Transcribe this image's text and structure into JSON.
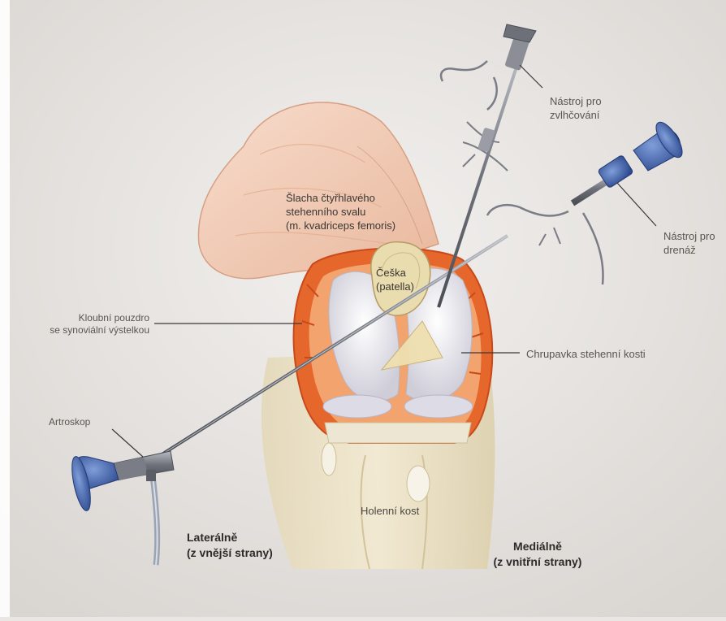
{
  "labels": {
    "instrument_irrigation": {
      "line1": "Nástroj pro",
      "line2": "zvlhčování"
    },
    "instrument_drainage": {
      "line1": "Nástroj pro",
      "line2": "drenáž"
    },
    "quadriceps_tendon": {
      "line1": "Šlacha čtyřhlavého",
      "line2": "stehenního svalu",
      "line3": "(m. kvadriceps femoris)"
    },
    "patella": {
      "line1": "Češka",
      "line2": "(patella)"
    },
    "joint_capsule": {
      "line1": "Kloubní pouzdro",
      "line2": "se synoviální výstelkou"
    },
    "femoral_cartilage": "Chrupavka stehenní kosti",
    "arthroscope": "Artroskop",
    "tibia": "Holenní kost",
    "lateral": {
      "line1": "Laterálně",
      "line2": "(z vnější strany)"
    },
    "medial": {
      "line1": "Mediálně",
      "line2": "(z vnitřní strany)"
    }
  },
  "colors": {
    "background": "#e9e6e3",
    "skin": "#f0cdb7",
    "synovium": "#e5672c",
    "cartilage": "#f2f0f4",
    "bone": "#efe3c2",
    "instrument_blue": "#3f5fa8",
    "instrument_steel": "#7a7d85"
  }
}
